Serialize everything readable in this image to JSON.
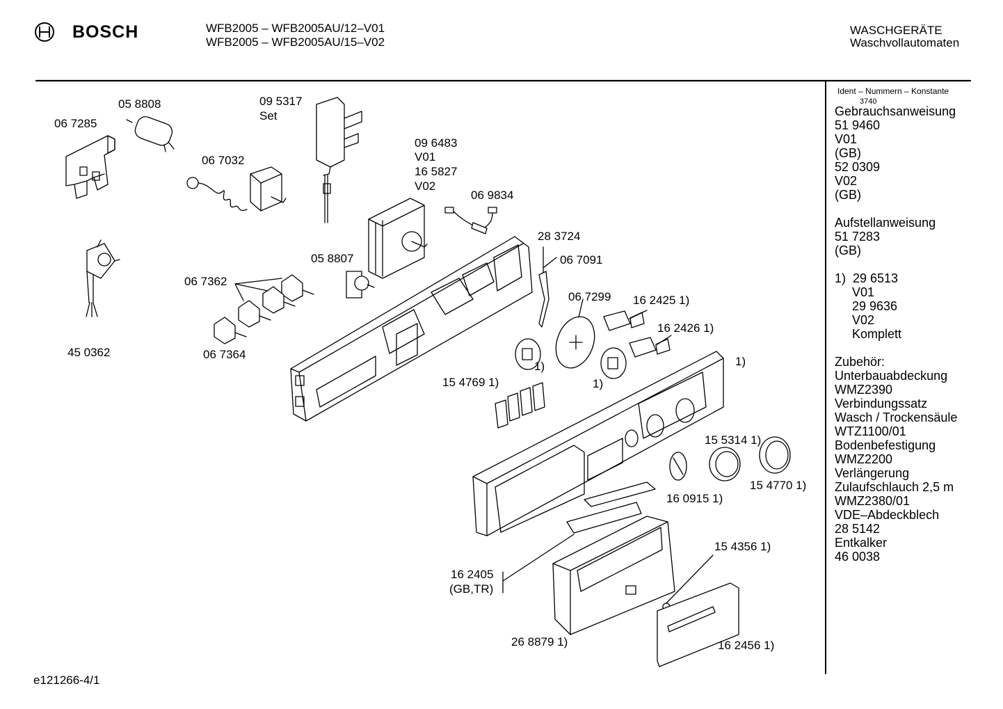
{
  "header": {
    "brand": "BOSCH",
    "model_line_1": "WFB2005 – WFB2005AU/12–V01",
    "model_line_2": "WFB2005 – WFB2005AU/15–V02",
    "category_line_1": "WASCHGERÄTE",
    "category_line_2": "Waschvollautomaten"
  },
  "sidebar": {
    "ident_title": "Ident – Nummern – Konstante",
    "ident_value": "3740",
    "lines": [
      "Gebrauchsanweisung",
      "51 9460",
      "V01",
      "(GB)",
      "52 0309",
      "V02",
      "(GB)",
      "",
      "Aufstellanweisung",
      "51 7283",
      "(GB)",
      "",
      "1)  29 6513",
      "     V01",
      "     29 9636",
      "     V02",
      "     Komplett",
      "",
      "Zubehör:",
      "Unterbauabdeckung",
      "WMZ2390",
      "Verbindungssatz",
      "Wasch / Trockensäule",
      "WTZ1100/01",
      "Bodenbefestigung",
      "WMZ2200",
      "Verlängerung",
      "Zulaufschlauch 2,5 m",
      "WMZ2380/01",
      "VDE–Abdeckblech",
      "28 5142",
      "Entkalker",
      "46 0038"
    ]
  },
  "parts": {
    "p058808": "05 8808",
    "p067285": "06 7285",
    "p095317": "09 5317",
    "set": "Set",
    "p067032": "06 7032",
    "p096483": "09 6483",
    "v01": "V01",
    "p165827": "16 5827",
    "v02": "V02",
    "p069834": "06 9834",
    "p283724": "28 3724",
    "p067091": "06 7091",
    "p058807": "05 8807",
    "p067362": "06 7362",
    "p067299": "06 7299",
    "p162425": "16 2425 1)",
    "p162426": "16 2426 1)",
    "p450362": "45 0362",
    "p067364": "06 7364",
    "fn1a": "1)",
    "fn1b": "1)",
    "fn1c": "1)",
    "p154769": "15 4769 1)",
    "p155314": "15 5314 1)",
    "p154770": "15 4770 1)",
    "p160915": "16 0915 1)",
    "p162405": "16 2405",
    "gbtr": "(GB,TR)",
    "p154356": "15 4356 1)",
    "p268879": "26 8879 1)",
    "p162456": "16 2456 1)"
  },
  "footer": {
    "doc_id": "e121266-4/1"
  }
}
